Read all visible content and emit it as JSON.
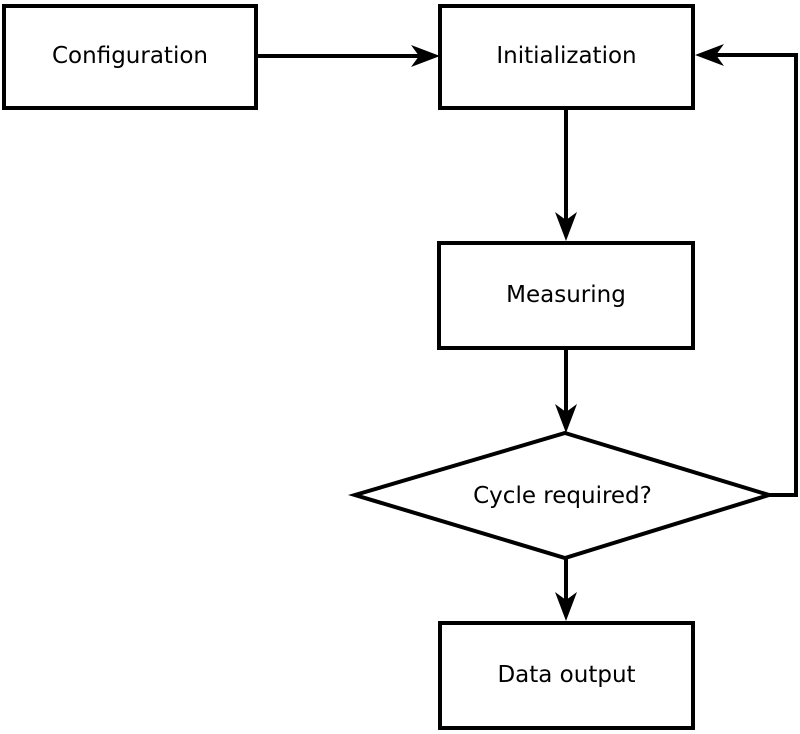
{
  "diagram": {
    "type": "flowchart",
    "background_color": "#ffffff",
    "line_color": "#000000",
    "text_color": "#000000",
    "nodes": [
      {
        "id": "configuration",
        "shape": "rectangle",
        "label": "Configuration"
      },
      {
        "id": "initialization",
        "shape": "rectangle",
        "label": "Initialization"
      },
      {
        "id": "measuring",
        "shape": "rectangle",
        "label": "Measuring"
      },
      {
        "id": "cycle_required",
        "shape": "diamond",
        "label": "Cycle required?"
      },
      {
        "id": "data_output",
        "shape": "rectangle",
        "label": "Data output"
      }
    ],
    "edges": [
      {
        "from": "configuration",
        "to": "initialization",
        "direction": "right"
      },
      {
        "from": "initialization",
        "to": "measuring",
        "direction": "down"
      },
      {
        "from": "measuring",
        "to": "cycle_required",
        "direction": "down"
      },
      {
        "from": "cycle_required",
        "to": "data_output",
        "direction": "down"
      },
      {
        "from": "cycle_required",
        "to": "initialization",
        "direction": "right-then-up",
        "note": "feedback loop"
      }
    ]
  }
}
